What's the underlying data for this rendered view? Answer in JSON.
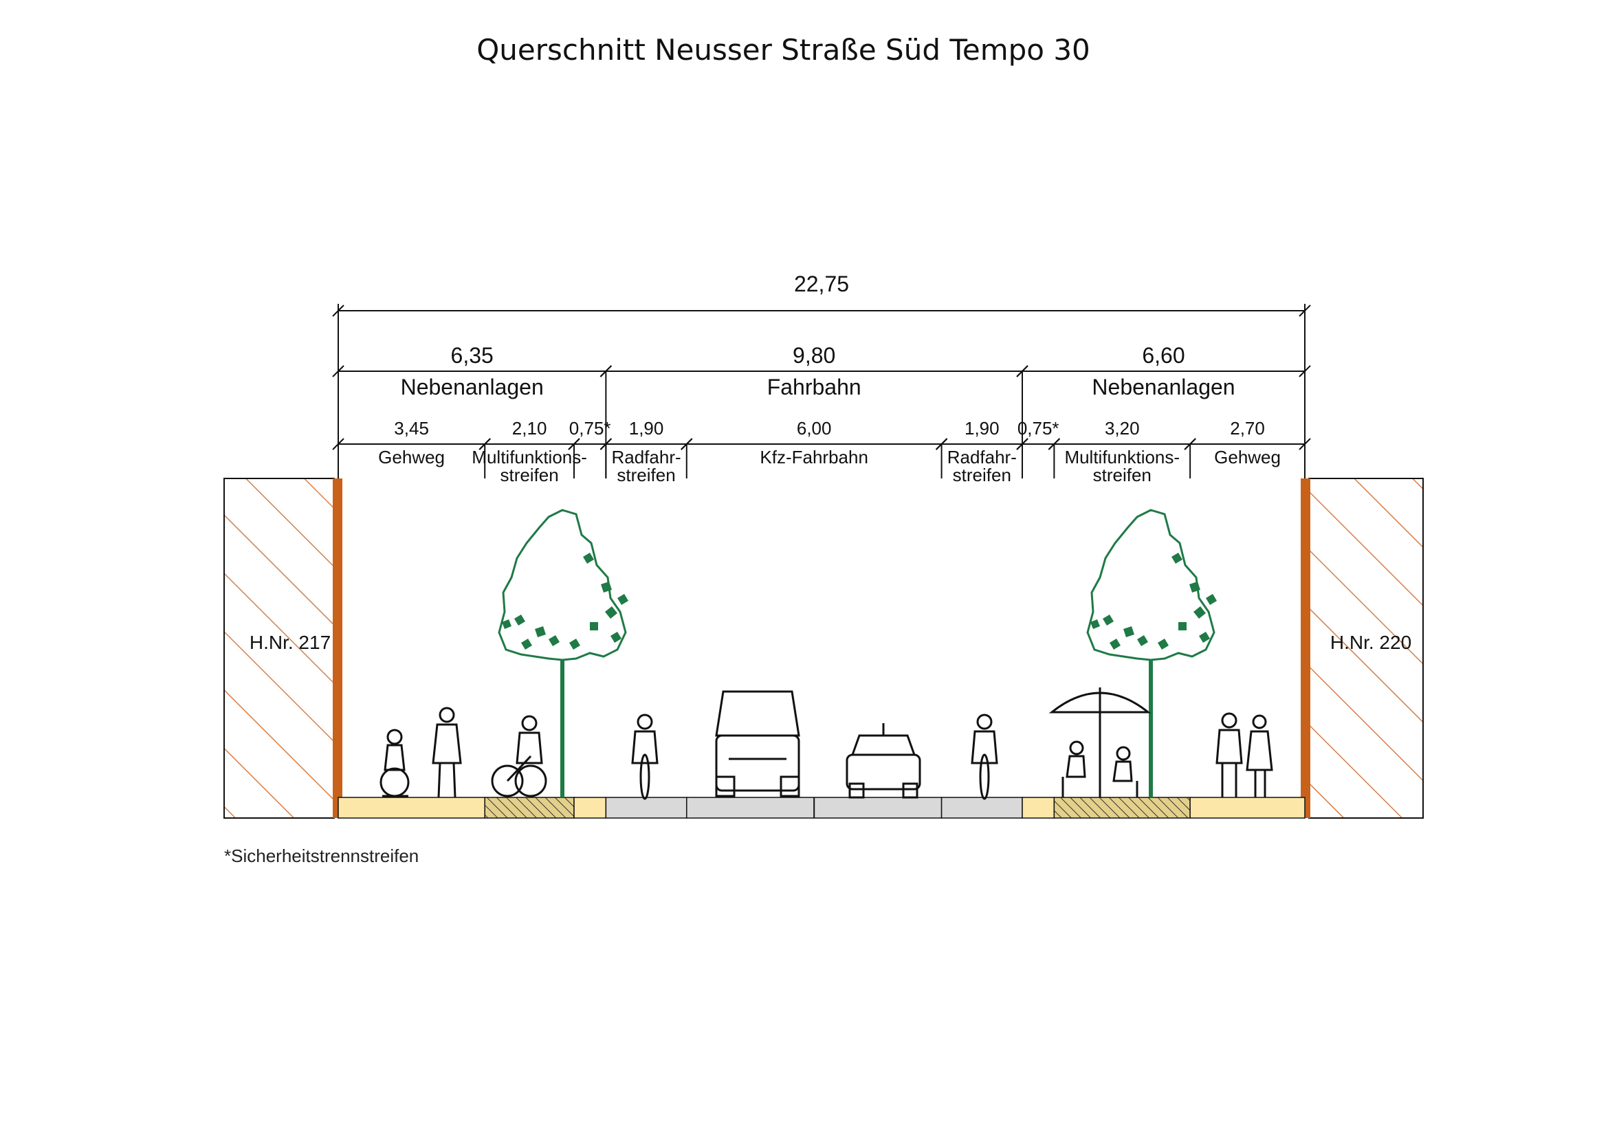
{
  "title": "Querschnitt Neusser Straße Süd Tempo 30",
  "total_width": "22,75",
  "groups": [
    {
      "width": "6,35",
      "label": "Nebenanlagen"
    },
    {
      "width": "9,80",
      "label": "Fahrbahn"
    },
    {
      "width": "6,60",
      "label": "Nebenanlagen"
    }
  ],
  "segments": [
    {
      "width": "3,45",
      "label": [
        "Gehweg"
      ]
    },
    {
      "width": "2,10",
      "label": [
        "Multifunktions-",
        "streifen"
      ]
    },
    {
      "width": "0,75*",
      "label": []
    },
    {
      "width": "1,90",
      "label": [
        "Radfahr-",
        "streifen"
      ]
    },
    {
      "width": "6,00",
      "label": [
        "Kfz-Fahrbahn"
      ]
    },
    {
      "width": "1,90",
      "label": [
        "Radfahr-",
        "streifen"
      ]
    },
    {
      "width": "0,75*",
      "label": []
    },
    {
      "width": "3,20",
      "label": [
        "Multifunktions-",
        "streifen"
      ]
    },
    {
      "width": "2,70",
      "label": [
        "Gehweg"
      ]
    }
  ],
  "buildings": {
    "left": "H.Nr. 217",
    "right": "H.Nr. 220"
  },
  "footnote": "*Sicherheitstrennstreifen",
  "colors": {
    "facade": "#c8621b",
    "hatch": "#d4804a",
    "sidewalk": "#fde7a8",
    "roadway": "#d9d9d9",
    "tree": "#1f7a46",
    "lines": "#111111"
  }
}
